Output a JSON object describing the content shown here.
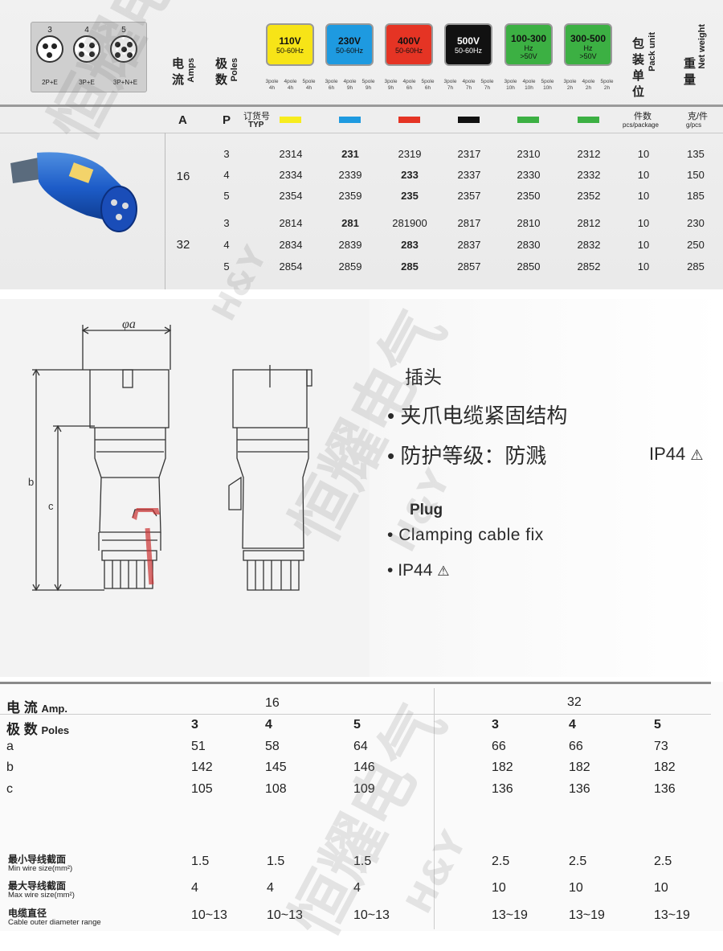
{
  "sockets": [
    {
      "num": "3",
      "caption": "2P+E"
    },
    {
      "num": "4",
      "caption": "3P+E"
    },
    {
      "num": "5",
      "caption": "3P+N+E"
    }
  ],
  "header": {
    "amps_cn": "电流",
    "amps_en": "Amps",
    "poles_cn": "极数",
    "poles_en": "Poles",
    "pack_cn": "包装单位",
    "pack_en": "Pack unit",
    "weight_cn": "重量",
    "weight_en": "Net weight",
    "a_label": "A",
    "p_label": "P",
    "order_cn": "订货号",
    "order_en": "TYP",
    "pack_sub_cn": "件数",
    "pack_sub_en": "pcs/package",
    "weight_sub_cn": "克/件",
    "weight_sub_en": "g/pcs"
  },
  "voltages": [
    {
      "v": "110V",
      "f": "50-60Hz",
      "bg": "#f7e417",
      "color": "#111",
      "poles": [
        [
          "3pole",
          "4h"
        ],
        [
          "4pole",
          "4h"
        ],
        [
          "5pole",
          "4h"
        ]
      ],
      "swatch": "#f7ec1e"
    },
    {
      "v": "230V",
      "f": "50-60Hz",
      "bg": "#1e9ae0",
      "color": "#111",
      "poles": [
        [
          "3pole",
          "6h"
        ],
        [
          "4pole",
          "9h"
        ],
        [
          "5pole",
          "9h"
        ]
      ],
      "swatch": "#1e9ae0"
    },
    {
      "v": "400V",
      "f": "50-60Hz",
      "bg": "#e53424",
      "color": "#111",
      "poles": [
        [
          "3pole",
          "9h"
        ],
        [
          "4pole",
          "6h"
        ],
        [
          "5pole",
          "6h"
        ]
      ],
      "swatch": "#e53424"
    },
    {
      "v": "500V",
      "f": "50-60Hz",
      "bg": "#111111",
      "color": "#fff",
      "poles": [
        [
          "3pole",
          "7h"
        ],
        [
          "4pole",
          "7h"
        ],
        [
          "5pole",
          "7h"
        ]
      ],
      "swatch": "#111111"
    },
    {
      "v": "100-300",
      "f": "Hz",
      "f2": ">50V",
      "bg": "#3cb043",
      "color": "#111",
      "poles": [
        [
          "3pole",
          "10h"
        ],
        [
          "4pole",
          "10h"
        ],
        [
          "5pole",
          "10h"
        ]
      ],
      "swatch": "#3cb043"
    },
    {
      "v": "300-500",
      "f": "Hz",
      "f2": ">50V",
      "bg": "#3cb043",
      "color": "#111",
      "poles": [
        [
          "3pole",
          "2h"
        ],
        [
          "4pole",
          "2h"
        ],
        [
          "5pole",
          "2h"
        ]
      ],
      "swatch": "#3cb043"
    }
  ],
  "rows": [
    {
      "amp": "16",
      "p": "3",
      "codes": [
        "2314",
        "231",
        "2319",
        "2317",
        "2310",
        "2312"
      ],
      "pack": "10",
      "weight": "135"
    },
    {
      "amp": "",
      "p": "4",
      "codes": [
        "2334",
        "2339",
        "233",
        "2337",
        "2330",
        "2332"
      ],
      "pack": "10",
      "weight": "150"
    },
    {
      "amp": "",
      "p": "5",
      "codes": [
        "2354",
        "2359",
        "235",
        "2357",
        "2350",
        "2352"
      ],
      "pack": "10",
      "weight": "185"
    },
    {
      "amp": "",
      "p": "3",
      "codes": [
        "2814",
        "281",
        "281900",
        "2817",
        "2810",
        "2812"
      ],
      "pack": "10",
      "weight": "230"
    },
    {
      "amp": "32",
      "p": "4",
      "codes": [
        "2834",
        "2839",
        "283",
        "2837",
        "2830",
        "2832"
      ],
      "pack": "10",
      "weight": "250"
    },
    {
      "amp": "",
      "p": "5",
      "codes": [
        "2854",
        "2859",
        "285",
        "2857",
        "2850",
        "2852"
      ],
      "pack": "10",
      "weight": "285"
    }
  ],
  "bold_codes": [
    "231",
    "233",
    "235",
    "281",
    "283",
    "285"
  ],
  "drawing": {
    "phi_a": "φa",
    "b": "b",
    "c": "c"
  },
  "description": {
    "title_cn": "插头",
    "bullet1_cn": "夹爪电缆紧固结构",
    "bullet2_cn": "防护等级：防溅",
    "ip_right": "IP44",
    "title_en": "Plug",
    "bullet1_en": "Clamping cable fix",
    "bullet2_en": "IP44"
  },
  "dims": {
    "amp_label_cn": "电 流",
    "amp_label_en": "Amp.",
    "poles_label_cn": "极 数",
    "poles_label_en": "Poles",
    "amp_groups": [
      "16",
      "32"
    ],
    "poles": [
      "3",
      "4",
      "5",
      "3",
      "4",
      "5"
    ],
    "rows": [
      {
        "label": "a",
        "values": [
          "51",
          "58",
          "64",
          "66",
          "66",
          "73"
        ]
      },
      {
        "label": "b",
        "values": [
          "142",
          "145",
          "146",
          "182",
          "182",
          "182"
        ]
      },
      {
        "label": "c",
        "values": [
          "105",
          "108",
          "109",
          "136",
          "136",
          "136"
        ]
      }
    ],
    "wire_rows": [
      {
        "cn": "最小导线截面",
        "en": "Min wire size(mm²)",
        "values": [
          "1.5",
          "1.5",
          "1.5",
          "2.5",
          "2.5",
          "2.5"
        ]
      },
      {
        "cn": "最大导线截面",
        "en": "Max wire size(mm²)",
        "values": [
          "4",
          "4",
          "4",
          "10",
          "10",
          "10"
        ]
      },
      {
        "cn": "电缆直径",
        "en": "Cable outer diameter range",
        "values": [
          "10~13",
          "10~13",
          "10~13",
          "13~19",
          "13~19",
          "13~19"
        ]
      }
    ]
  },
  "watermark": {
    "cn": "恒耀电气",
    "en": "H&Y"
  }
}
